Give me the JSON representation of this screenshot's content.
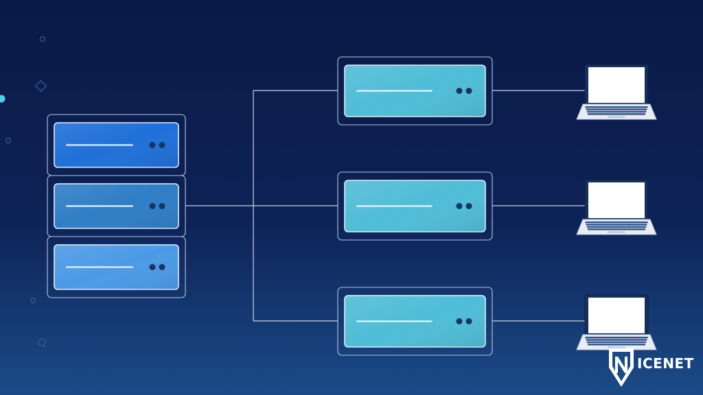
{
  "diagram": {
    "type": "network-topology",
    "source_stack": {
      "units": [
        {
          "id": "s1",
          "color": "#1f70d8"
        },
        {
          "id": "s2",
          "color": "#2f7ec6"
        },
        {
          "id": "s3",
          "color": "#4c9ae6"
        }
      ]
    },
    "relay_servers": [
      {
        "id": "r1",
        "color": "#4fbdd6"
      },
      {
        "id": "r2",
        "color": "#4fbdd6"
      },
      {
        "id": "r3",
        "color": "#4fbdd6"
      }
    ],
    "clients": [
      {
        "id": "c1",
        "icon": "laptop-icon"
      },
      {
        "id": "c2",
        "icon": "laptop-icon"
      },
      {
        "id": "c3",
        "icon": "laptop-icon"
      }
    ],
    "colors": {
      "background_top": "#0b1b48",
      "background_bottom": "#1a4a86",
      "line": "#c9d3e6",
      "dot": "#16355f",
      "accent": "#4fd0e6"
    }
  },
  "brand": {
    "name": "ICENET",
    "icon": "icenet-shield-logo"
  }
}
